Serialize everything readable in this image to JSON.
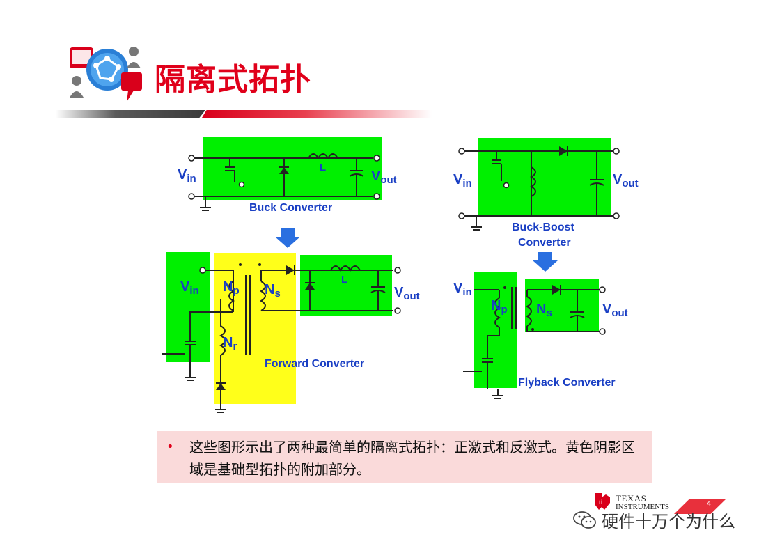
{
  "slide": {
    "title": "隔离式拓扑",
    "note_bullet": "•",
    "note_text": "这些图形示出了两种最简单的隔离式拓扑：正激式和反激式。黄色阴影区域是基础型拓扑的附加部分。"
  },
  "diagram": {
    "buck": {
      "vin": "V",
      "vin_sub": "in",
      "vout": "V",
      "vout_sub": "out",
      "inductor": "L",
      "caption": "Buck Converter"
    },
    "buck_boost": {
      "vin": "V",
      "vin_sub": "in",
      "vout": "V",
      "vout_sub": "out",
      "caption_line1": "Buck-Boost",
      "caption_line2": "Converter"
    },
    "forward": {
      "vin": "V",
      "vin_sub": "in",
      "np": "N",
      "np_sub": "p",
      "ns": "N",
      "ns_sub": "s",
      "nr": "N",
      "nr_sub": "r",
      "inductor": "L",
      "vout": "V",
      "vout_sub": "out",
      "caption": "Forward Converter"
    },
    "flyback": {
      "vin": "V",
      "vin_sub": "in",
      "np": "N",
      "np_sub": "p",
      "ns": "N",
      "ns_sub": "s",
      "vout": "V",
      "vout_sub": "out",
      "caption": "Flyback Converter"
    },
    "colors": {
      "green": "#00f000",
      "yellow": "#ffff1a",
      "label_blue": "#1a3fc4",
      "arrow_blue": "#2a6fe0"
    }
  },
  "footer": {
    "brand_line1": "TEXAS",
    "brand_line2": "INSTRUMENTS",
    "page_number": "4",
    "watermark": "硬件十万个为什么"
  }
}
